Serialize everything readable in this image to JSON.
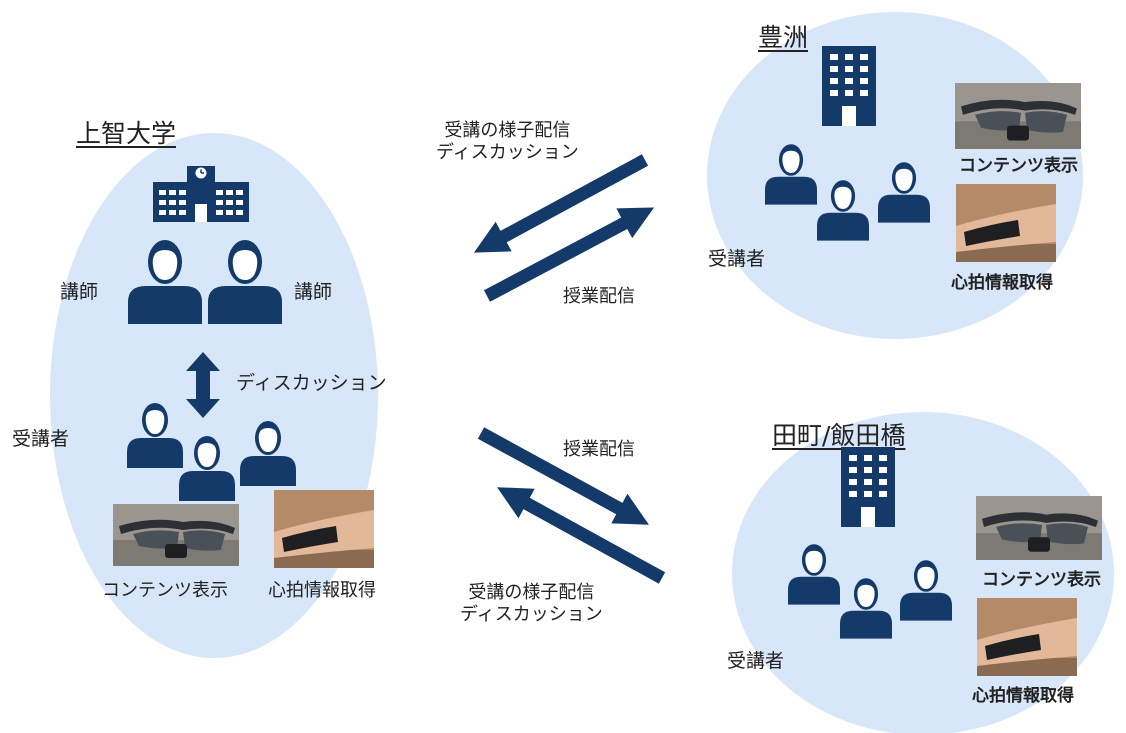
{
  "colors": {
    "oval_fill": "#d7e6f9",
    "icon": "#143a6a",
    "arrow": "#143a6a",
    "text": "#222222"
  },
  "sophia": {
    "title": "上智大学",
    "lecturer_left": "講師",
    "lecturer_right": "講師",
    "discussion": "ディスカッション",
    "attendees": "受講者",
    "content_display": "コンテンツ表示",
    "heart_rate": "心拍情報取得",
    "icons": [
      "school-building-icon",
      "lecturer-icon",
      "lecturer-icon",
      "double-arrow-icon",
      "attendee-icon",
      "attendee-icon",
      "attendee-icon"
    ],
    "photos": [
      "smart-glasses-photo",
      "wristband-photo"
    ]
  },
  "toyosu": {
    "title": "豊洲",
    "attendees": "受講者",
    "content_display": "コンテンツ表示",
    "heart_rate": "心拍情報取得",
    "icons": [
      "office-building-icon",
      "attendee-icon",
      "attendee-icon",
      "attendee-icon"
    ],
    "photos": [
      "smart-glasses-photo",
      "wristband-photo"
    ]
  },
  "tamachi": {
    "title": "田町/飯田橋",
    "attendees": "受講者",
    "content_display": "コンテンツ表示",
    "heart_rate": "心拍情報取得",
    "icons": [
      "office-building-icon",
      "attendee-icon",
      "attendee-icon",
      "attendee-icon"
    ],
    "photos": [
      "smart-glasses-photo",
      "wristband-photo"
    ]
  },
  "flows": {
    "upper_left_line1": "受講の様子配信",
    "upper_left_line2": "ディスカッション",
    "upper_right": "授業配信",
    "lower_right": "授業配信",
    "lower_left_line1": "受講の様子配信",
    "lower_left_line2": "ディスカッション"
  }
}
